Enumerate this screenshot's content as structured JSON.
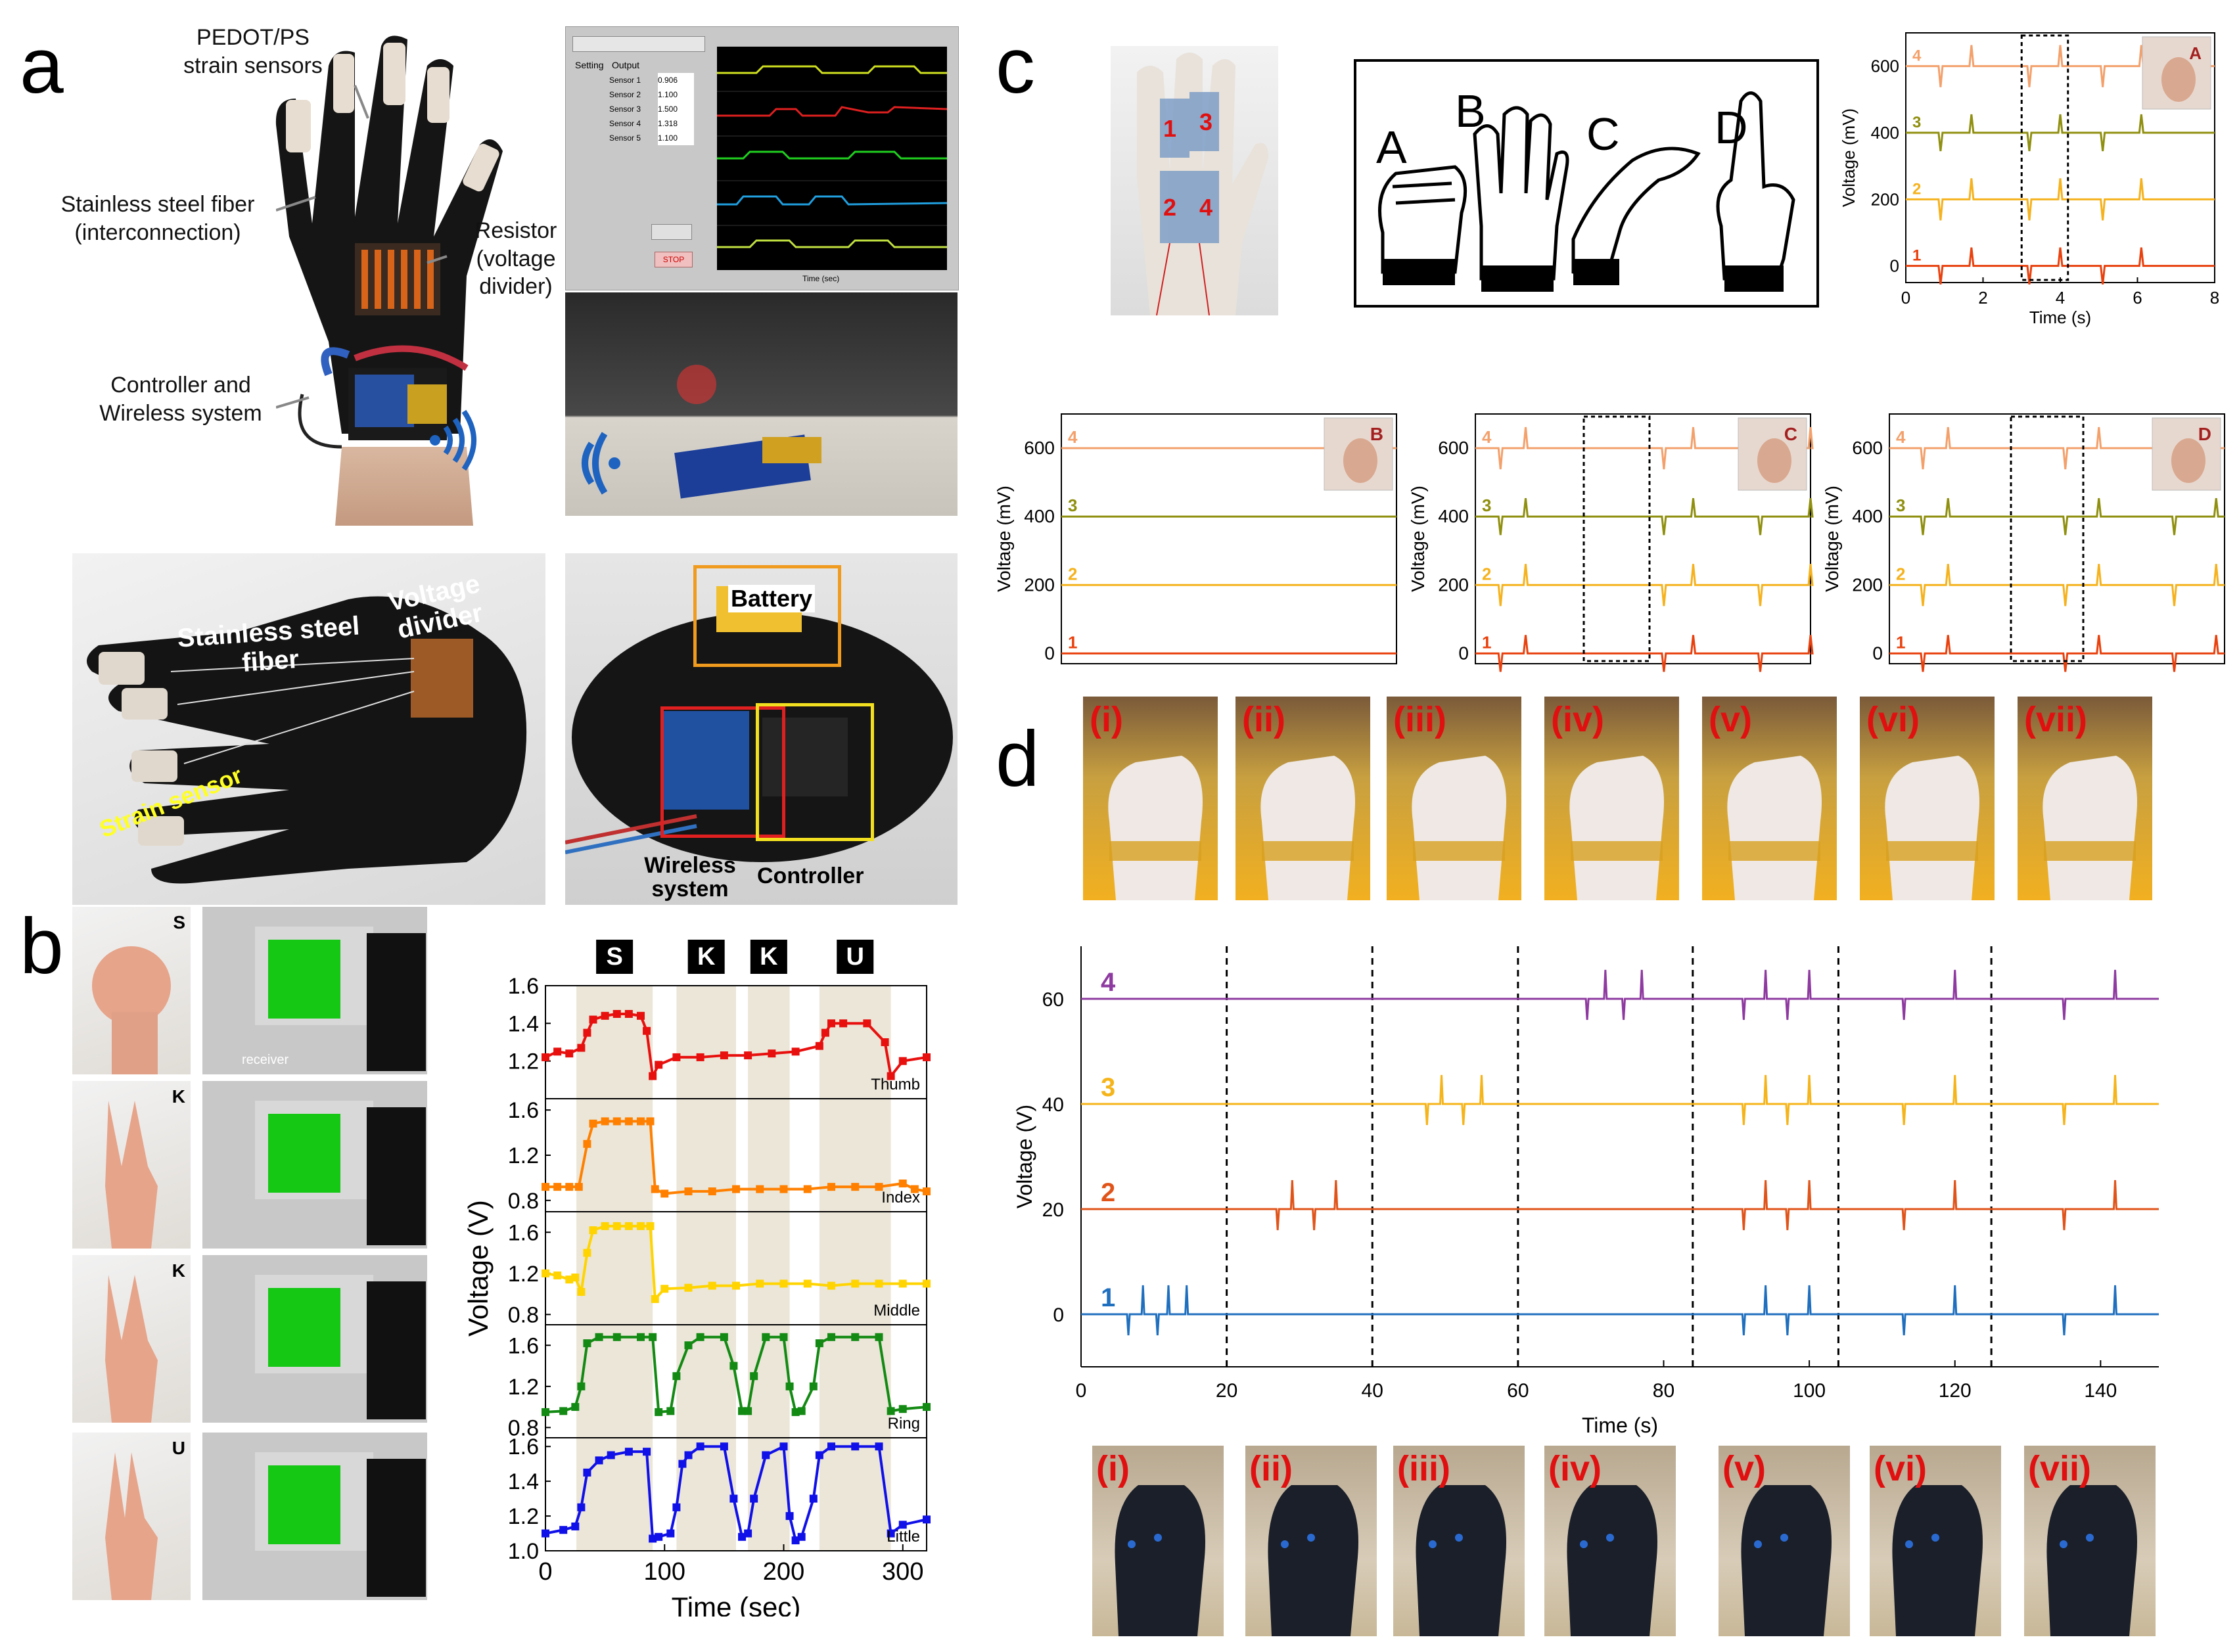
{
  "panels": {
    "a": "a",
    "b": "b",
    "c": "c",
    "d": "d"
  },
  "panel_a": {
    "glove_labels": {
      "strain": "PEDOT/PS\nstrain sensors",
      "fiber": "Stainless steel fiber\n(interconnection)",
      "resistor": "Resistor\n(voltage\ndivider)",
      "controller": "Controller and\nWireless system"
    },
    "software": {
      "setting": "Setting",
      "output": "Output",
      "stop": "STOP",
      "sensors": [
        "Sensor 1",
        "Sensor 2",
        "Sensor 3",
        "Sensor 4",
        "Sensor 5"
      ],
      "values": [
        "0.906",
        "1.100",
        "1.500",
        "1.318",
        "1.100"
      ],
      "time_label": "Time (sec)"
    },
    "bottom_glove": {
      "fiber": "Stainless steel\nfiber",
      "divider": "Voltage\ndivider",
      "strain": "Strain sensor"
    },
    "bottom_right": {
      "battery": "Battery",
      "wireless": "Wireless\nsystem",
      "controller": "Controller"
    }
  },
  "panel_b": {
    "letters": [
      "S",
      "K",
      "K",
      "U"
    ],
    "receiver": "receiver"
  },
  "panel_c": {
    "sign_letters": [
      "A",
      "B",
      "C",
      "D"
    ],
    "sensor_numbers": [
      "1",
      "2",
      "3",
      "4"
    ]
  },
  "panel_d": {
    "roman_top": [
      "(i)",
      "(ii)",
      "(iii)",
      "(iv)",
      "(v)",
      "(vi)",
      "(vii)"
    ],
    "roman_bottom": [
      "(i)",
      "(ii)",
      "(iii)",
      "(iv)",
      "(v)",
      "(vi)",
      "(vii)"
    ]
  },
  "colors": {
    "red": "#e8100e",
    "orange": "#ff8000",
    "yellow": "#ffd400",
    "green": "#138a13",
    "blue": "#1010e8",
    "c1": "#e8410e",
    "c2": "#f5b21e",
    "c3": "#8f8f10",
    "c4": "#f3a06b",
    "d1": "#1f6fbf",
    "d2": "#e0541a",
    "d3": "#f5b41a",
    "d4": "#8e3aa0"
  },
  "chart_data": [
    {
      "id": "b",
      "type": "line",
      "xlabel": "Time (sec)",
      "ylabel": "Voltage (V)",
      "xlim": [
        0,
        320
      ],
      "xticks": [
        0,
        100,
        200,
        300
      ],
      "letter_bands": [
        "S",
        "K",
        "K",
        "U"
      ],
      "series": [
        {
          "name": "Thumb",
          "ylim": [
            1.0,
            1.6
          ],
          "yticks": [
            "1.6",
            "1.4",
            "1.2"
          ],
          "color": "#e8100e",
          "x": [
            0,
            10,
            20,
            30,
            35,
            40,
            50,
            60,
            70,
            80,
            85,
            90,
            95,
            110,
            130,
            150,
            170,
            190,
            210,
            230,
            235,
            240,
            250,
            270,
            285,
            290,
            300,
            320
          ],
          "y": [
            1.22,
            1.25,
            1.24,
            1.27,
            1.35,
            1.42,
            1.44,
            1.45,
            1.45,
            1.44,
            1.36,
            1.12,
            1.18,
            1.22,
            1.22,
            1.23,
            1.23,
            1.24,
            1.25,
            1.28,
            1.35,
            1.4,
            1.4,
            1.4,
            1.3,
            1.12,
            1.2,
            1.22
          ]
        },
        {
          "name": "Index",
          "ylim": [
            0.7,
            1.7
          ],
          "yticks": [
            "1.6",
            "1.2",
            "0.8"
          ],
          "color": "#ff8000",
          "x": [
            0,
            10,
            20,
            28,
            35,
            40,
            50,
            60,
            70,
            80,
            88,
            92,
            100,
            120,
            140,
            160,
            180,
            200,
            220,
            240,
            260,
            280,
            300,
            310,
            320
          ],
          "y": [
            0.92,
            0.92,
            0.92,
            0.92,
            1.3,
            1.48,
            1.5,
            1.5,
            1.5,
            1.5,
            1.5,
            0.9,
            0.86,
            0.88,
            0.88,
            0.9,
            0.9,
            0.9,
            0.9,
            0.92,
            0.92,
            0.92,
            0.95,
            0.9,
            0.88
          ]
        },
        {
          "name": "Middle",
          "ylim": [
            0.7,
            1.8
          ],
          "yticks": [
            "1.6",
            "1.2",
            "0.8"
          ],
          "color": "#ffd400",
          "x": [
            0,
            10,
            20,
            25,
            30,
            35,
            40,
            50,
            60,
            70,
            80,
            88,
            92,
            100,
            120,
            140,
            160,
            180,
            200,
            220,
            240,
            260,
            280,
            300,
            320
          ],
          "y": [
            1.2,
            1.18,
            1.14,
            1.16,
            1.02,
            1.4,
            1.62,
            1.66,
            1.66,
            1.66,
            1.66,
            1.66,
            0.95,
            1.05,
            1.06,
            1.08,
            1.08,
            1.1,
            1.1,
            1.1,
            1.08,
            1.1,
            1.1,
            1.1,
            1.1
          ]
        },
        {
          "name": "Ring",
          "ylim": [
            0.7,
            1.8
          ],
          "yticks": [
            "1.6",
            "1.2",
            "0.8"
          ],
          "color": "#138a13",
          "x": [
            0,
            15,
            25,
            30,
            35,
            45,
            60,
            80,
            90,
            95,
            105,
            110,
            120,
            130,
            150,
            158,
            165,
            170,
            175,
            185,
            200,
            205,
            210,
            215,
            225,
            230,
            240,
            260,
            280,
            290,
            300,
            320
          ],
          "y": [
            0.95,
            0.96,
            1.0,
            1.2,
            1.62,
            1.68,
            1.68,
            1.68,
            1.68,
            0.95,
            0.96,
            1.3,
            1.6,
            1.68,
            1.68,
            1.4,
            0.96,
            0.96,
            1.3,
            1.68,
            1.68,
            1.2,
            0.95,
            0.96,
            1.2,
            1.62,
            1.68,
            1.68,
            1.68,
            0.96,
            0.98,
            1.0
          ]
        },
        {
          "name": "Little",
          "ylim": [
            1.0,
            1.65
          ],
          "yticks": [
            "1.6",
            "1.4",
            "1.2",
            "1.0"
          ],
          "color": "#1010e8",
          "x": [
            0,
            15,
            25,
            30,
            35,
            45,
            55,
            70,
            85,
            90,
            95,
            105,
            110,
            115,
            120,
            130,
            150,
            158,
            165,
            170,
            175,
            185,
            200,
            205,
            210,
            215,
            225,
            230,
            240,
            260,
            280,
            290,
            300,
            320
          ],
          "y": [
            1.1,
            1.12,
            1.14,
            1.25,
            1.45,
            1.52,
            1.55,
            1.57,
            1.57,
            1.07,
            1.08,
            1.1,
            1.25,
            1.5,
            1.55,
            1.6,
            1.6,
            1.3,
            1.08,
            1.1,
            1.3,
            1.55,
            1.6,
            1.2,
            1.06,
            1.08,
            1.3,
            1.55,
            1.6,
            1.6,
            1.6,
            1.1,
            1.15,
            1.18
          ]
        }
      ]
    },
    {
      "id": "c-A",
      "type": "line",
      "xlabel": "Time (s)",
      "ylabel": "Voltage (mV)",
      "xlim": [
        0,
        8
      ],
      "ylim": [
        -50,
        700
      ],
      "xticks": [
        0,
        2,
        4,
        6,
        8
      ],
      "yticks": [
        0,
        200,
        400,
        600
      ],
      "inset_letter": "A",
      "box": [
        3.0,
        4.2
      ],
      "baselines": [
        0,
        200,
        400,
        600
      ],
      "spikes": [
        {
          "t": 0.9,
          "dir": -1
        },
        {
          "t": 1.7,
          "dir": 1
        },
        {
          "t": 3.2,
          "dir": -1
        },
        {
          "t": 4.0,
          "dir": 1
        },
        {
          "t": 5.1,
          "dir": -1
        },
        {
          "t": 6.1,
          "dir": 1
        }
      ]
    },
    {
      "id": "c-B",
      "type": "line",
      "ylabel": "Voltage (mV)",
      "ylim": [
        -30,
        700
      ],
      "yticks": [
        0,
        200,
        400,
        600
      ],
      "inset_letter": "B",
      "baselines": [
        0,
        200,
        400,
        600
      ],
      "spikes": []
    },
    {
      "id": "c-C",
      "type": "line",
      "ylabel": "Voltage (mV)",
      "ylim": [
        -30,
        700
      ],
      "yticks": [
        0,
        200,
        400,
        600
      ],
      "inset_letter": "C",
      "baselines": [
        0,
        200,
        400,
        600
      ],
      "spikes": [
        {
          "t": 0.6,
          "dir": -1
        },
        {
          "t": 1.2,
          "dir": 1
        },
        {
          "t": 4.5,
          "dir": -1
        },
        {
          "t": 5.2,
          "dir": 1
        },
        {
          "t": 6.8,
          "dir": -1
        },
        {
          "t": 8.0,
          "dir": 1
        }
      ]
    },
    {
      "id": "c-D",
      "type": "line",
      "ylabel": "Voltage (mV)",
      "ylim": [
        -30,
        700
      ],
      "yticks": [
        0,
        200,
        400,
        600
      ],
      "inset_letter": "D",
      "baselines": [
        0,
        200,
        400,
        600
      ],
      "spikes": [
        {
          "t": 0.8,
          "dir": -1
        },
        {
          "t": 1.4,
          "dir": 1
        },
        {
          "t": 4.2,
          "dir": -1
        },
        {
          "t": 5.0,
          "dir": 1
        },
        {
          "t": 6.8,
          "dir": -1
        },
        {
          "t": 7.8,
          "dir": 1
        }
      ]
    },
    {
      "id": "d",
      "type": "line",
      "xlabel": "Time (s)",
      "ylabel": "Voltage (V)",
      "xlim": [
        0,
        148
      ],
      "ylim": [
        -10,
        70
      ],
      "xticks": [
        0,
        20,
        40,
        60,
        80,
        100,
        120,
        140
      ],
      "yticks": [
        0,
        20,
        40,
        60
      ],
      "dashed_lines": [
        20,
        40,
        60,
        84,
        104,
        125
      ],
      "series": [
        {
          "name": "1",
          "baseline": 0,
          "spikes": [
            [
              6.5,
              -1
            ],
            [
              8.5,
              1
            ],
            [
              10.5,
              -1
            ],
            [
              12,
              1
            ],
            [
              14.5,
              1
            ],
            [
              91,
              -1
            ],
            [
              94,
              1
            ],
            [
              97,
              -1
            ],
            [
              100,
              1
            ],
            [
              113,
              -1
            ],
            [
              120,
              1
            ],
            [
              135,
              -1
            ],
            [
              142,
              1
            ]
          ]
        },
        {
          "name": "2",
          "baseline": 20,
          "spikes": [
            [
              27,
              -1
            ],
            [
              29,
              1
            ],
            [
              32,
              -1
            ],
            [
              35,
              1
            ],
            [
              91,
              -1
            ],
            [
              94,
              1
            ],
            [
              97,
              -1
            ],
            [
              100,
              1
            ],
            [
              113,
              -1
            ],
            [
              120,
              1
            ],
            [
              135,
              -1
            ],
            [
              142,
              1
            ]
          ]
        },
        {
          "name": "3",
          "baseline": 40,
          "spikes": [
            [
              47.5,
              -1
            ],
            [
              49.5,
              1
            ],
            [
              52.5,
              -1
            ],
            [
              55,
              1
            ],
            [
              91,
              -1
            ],
            [
              94,
              1
            ],
            [
              97,
              -1
            ],
            [
              100,
              1
            ],
            [
              113,
              -1
            ],
            [
              120,
              1
            ],
            [
              135,
              -1
            ],
            [
              142,
              1
            ]
          ]
        },
        {
          "name": "4",
          "baseline": 60,
          "spikes": [
            [
              69.5,
              -1
            ],
            [
              72,
              1
            ],
            [
              74.5,
              -1
            ],
            [
              77,
              1
            ],
            [
              91,
              -1
            ],
            [
              94,
              1
            ],
            [
              97,
              -1
            ],
            [
              100,
              1
            ],
            [
              113,
              -1
            ],
            [
              120,
              1
            ],
            [
              135,
              -1
            ],
            [
              142,
              1
            ]
          ]
        }
      ]
    }
  ]
}
